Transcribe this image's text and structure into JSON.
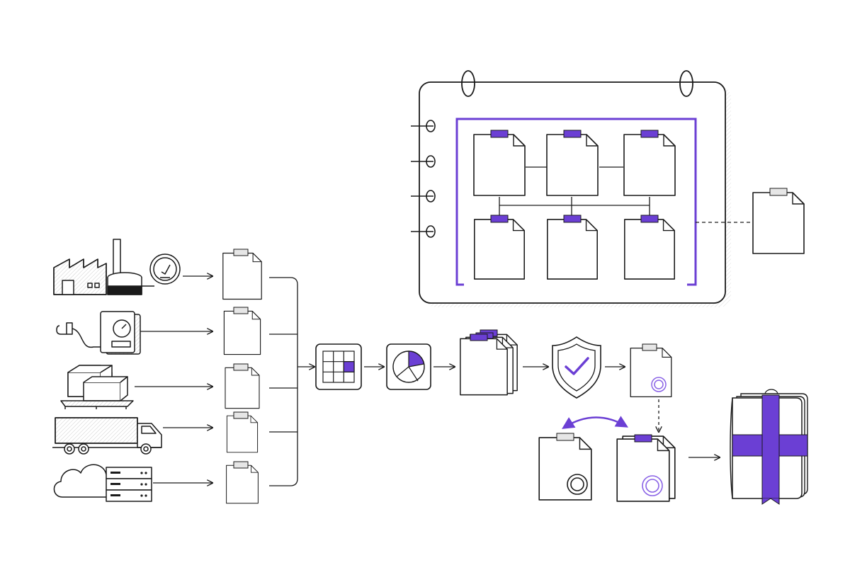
{
  "diagram": {
    "colors": {
      "stroke": "#1a1a1a",
      "accent": "#6b3fd4",
      "accent_light": "#8a63e6",
      "paper": "#ffffff",
      "tab_gray": "#e6e6e6",
      "hatch": "#cfcfcf"
    },
    "sources": [
      {
        "name": "factory-with-meter",
        "icon": "factory-icon"
      },
      {
        "name": "power-meter",
        "icon": "electric-meter-icon"
      },
      {
        "name": "pallet-boxes",
        "icon": "pallet-icon"
      },
      {
        "name": "delivery-truck",
        "icon": "truck-icon"
      },
      {
        "name": "cloud-server",
        "icon": "cloud-server-icon"
      }
    ],
    "pipeline": [
      {
        "name": "data-grid",
        "icon": "grid-icon"
      },
      {
        "name": "pie-analysis",
        "icon": "pie-chart-icon"
      },
      {
        "name": "document-stack",
        "icon": "document-stack-icon"
      },
      {
        "name": "verification",
        "icon": "shield-check-icon"
      },
      {
        "name": "sealed-record",
        "icon": "seal-document-icon"
      }
    ],
    "outputs": [
      {
        "name": "approved-bundle",
        "icon": "bound-ledger-icon"
      }
    ]
  }
}
